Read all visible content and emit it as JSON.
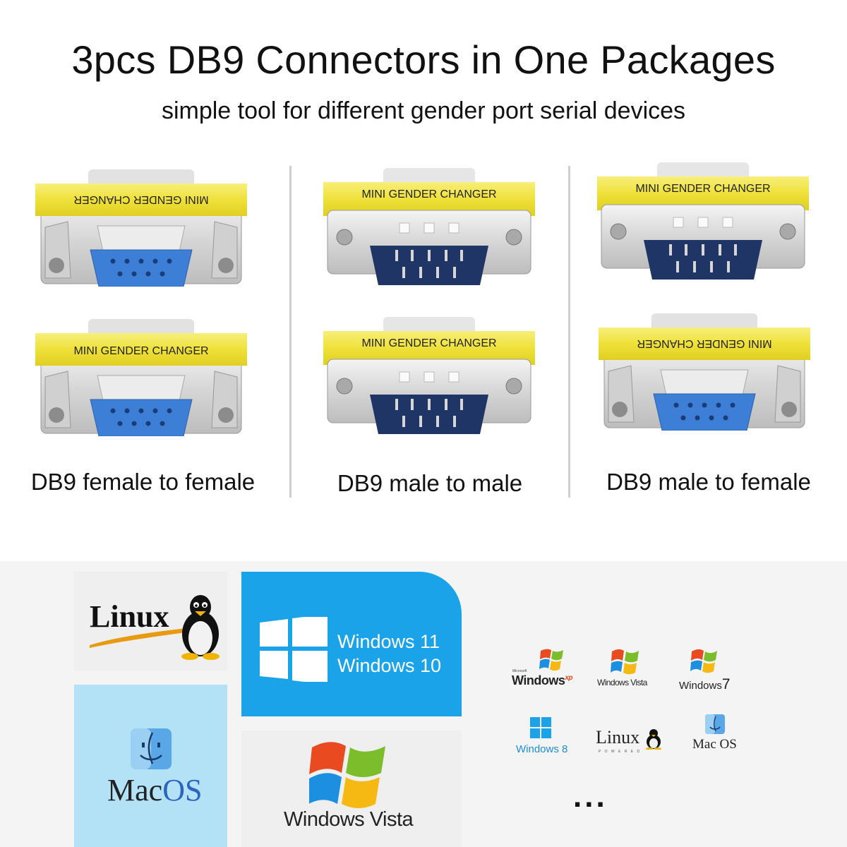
{
  "header": {
    "title": "3pcs DB9 Connectors in One Packages",
    "subtitle": "simple tool for different gender port serial devices"
  },
  "connector_label": "MINI GENDER CHANGER",
  "products": [
    {
      "caption": "DB9 female to female"
    },
    {
      "caption": "DB9 male to male"
    },
    {
      "caption": "DB9 male to female"
    }
  ],
  "os": {
    "linux": "Linux",
    "windows_11": "Windows 11",
    "windows_10": "Windows 10",
    "macos_mac": "Mac",
    "macos_os": "OS",
    "vista_windows": "Windows",
    "vista": "Vista",
    "small": {
      "xp_microsoft": "Microsoft",
      "xp_windows": "Windows",
      "xp": "xp",
      "vista": "Windows Vista",
      "win7": "Windows",
      "win7_num": "7",
      "win8": "Windows 8",
      "linux": "Linux",
      "linux_sub": "P O W E R E D",
      "macos": "Mac OS"
    },
    "ellipsis": "..."
  },
  "colors": {
    "yellow_band": "#f2e63a",
    "female_blue": "#3d7fd6",
    "male_navy": "#1e3566",
    "windows_tile": "#1aa3e8",
    "mac_tile": "#b3e1f5"
  }
}
